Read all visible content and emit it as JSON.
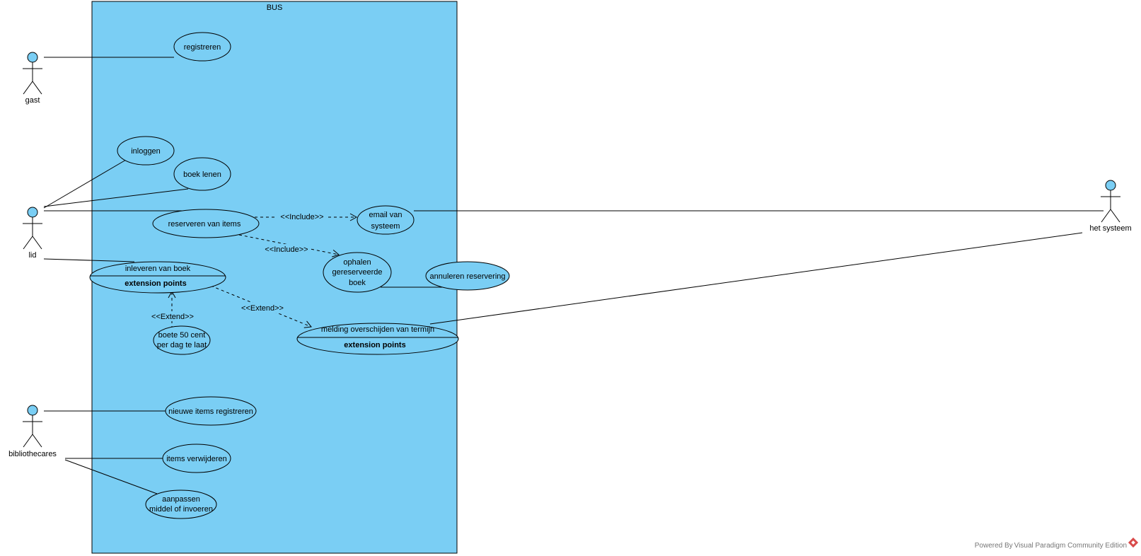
{
  "system": {
    "title": "BUS",
    "fill": "#7ACEF4"
  },
  "actors": {
    "gast": "gast",
    "lid": "lid",
    "bibliothecares": "bibliothecares",
    "het_systeem": "het systeem"
  },
  "use_cases": {
    "registreren": "registreren",
    "inloggen": "inloggen",
    "boek_lenen": "boek lenen",
    "reserveren": "reserveren van items",
    "email": [
      "email van",
      "systeem"
    ],
    "ophalen": [
      "ophalen",
      "gereserveerde",
      "boek"
    ],
    "annuleren": "annuleren reservering",
    "inleveren": "inleveren van boek",
    "boete": [
      "boete 50 cent",
      "per dag te laat"
    ],
    "melding": "melding overschijden van termijn",
    "nieuwe_items": "nieuwe items registreren",
    "items_verwijderen": "items verwijderen",
    "aanpassen": [
      "aanpassen",
      "middel of invoeren"
    ],
    "extension_points": "extension points"
  },
  "relations": {
    "include": "<<Include>>",
    "extend": "<<Extend>>"
  },
  "footer": "Powered By Visual Paradigm Community Edition"
}
